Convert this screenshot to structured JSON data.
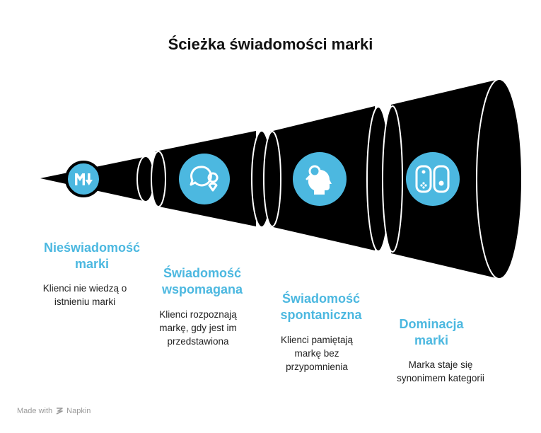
{
  "title": "Ścieżka świadomości marki",
  "stages": [
    {
      "title_line1": "Nieświadomość",
      "title_line2": "marki",
      "desc_line1": "Klienci nie wiedzą o",
      "desc_line2": "istnieniu marki",
      "desc_line3": "",
      "icon": "markdown-down-arrow-icon"
    },
    {
      "title_line1": "Świadomość",
      "title_line2": "wspomagana",
      "desc_line1": "Klienci rozpoznają",
      "desc_line2": "markę, gdy jest im",
      "desc_line3": "przedstawiona",
      "icon": "chat-location-icon"
    },
    {
      "title_line1": "Świadomość",
      "title_line2": "spontaniczna",
      "desc_line1": "Klienci pamiętają",
      "desc_line2": "markę bez",
      "desc_line3": "przypomnienia",
      "icon": "head-search-icon"
    },
    {
      "title_line1": "Dominacja",
      "title_line2": "marki",
      "desc_line1": "Marka staje się",
      "desc_line2": "synonimem kategorii",
      "desc_line3": "",
      "icon": "game-controller-icon"
    }
  ],
  "footer": {
    "text": "Made with",
    "brand": "Napkin"
  },
  "colors": {
    "accent": "#4cb8e0",
    "funnel": "#000000",
    "text": "#222222"
  }
}
